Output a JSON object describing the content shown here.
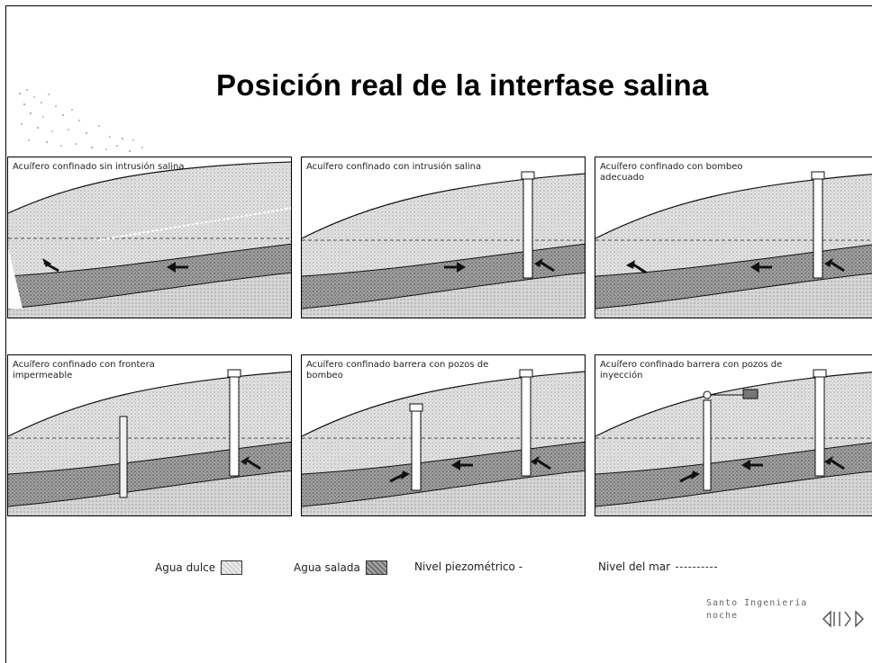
{
  "title": "Posición real de la interfase salina",
  "panels": [
    {
      "label": "Acuífero confinado sin intrusión salina"
    },
    {
      "label": "Acuífero confinado con intrusión salina"
    },
    {
      "label": "Acuífero confinado con bombeo adecuado"
    },
    {
      "label": "Acuífero confinado con frontera impermeable"
    },
    {
      "label": "Acuífero confinado barrera con pozos de bombeo"
    },
    {
      "label": "Acuífero confinado barrera con pozos de inyección"
    }
  ],
  "legend": {
    "fresh_water": "Agua dulce",
    "salt_water": "Agua salada",
    "piezometric": "Nivel piezométrico -",
    "sea_level": "Nivel del mar"
  },
  "footer": {
    "line1": "Santo Ingeniería",
    "line2": "noche"
  },
  "colors": {
    "fresh_water": "#d9d9d9",
    "salt_water": "#8a8a8a",
    "line": "#111111"
  },
  "icons": {
    "arrow": "arrow-icon",
    "well": "well-icon",
    "nav": "nav-arrows-icon"
  }
}
